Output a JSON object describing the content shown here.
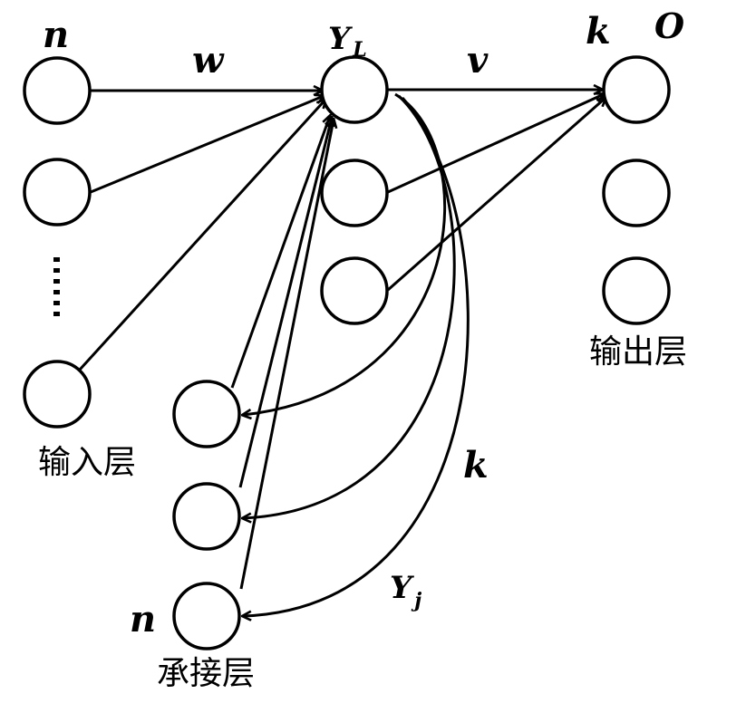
{
  "diagram": {
    "labels": {
      "input_count": "n",
      "input_weight": "w",
      "hidden_output": "Y",
      "hidden_output_sub": "L",
      "output_weight": "v",
      "output_count": "k",
      "output_symbol": "O",
      "context_weight": "k",
      "context_output": "Y",
      "context_output_sub": "j",
      "context_count": "n",
      "input_layer": "输入层",
      "output_layer": "输出层",
      "context_layer": "承接层"
    }
  }
}
